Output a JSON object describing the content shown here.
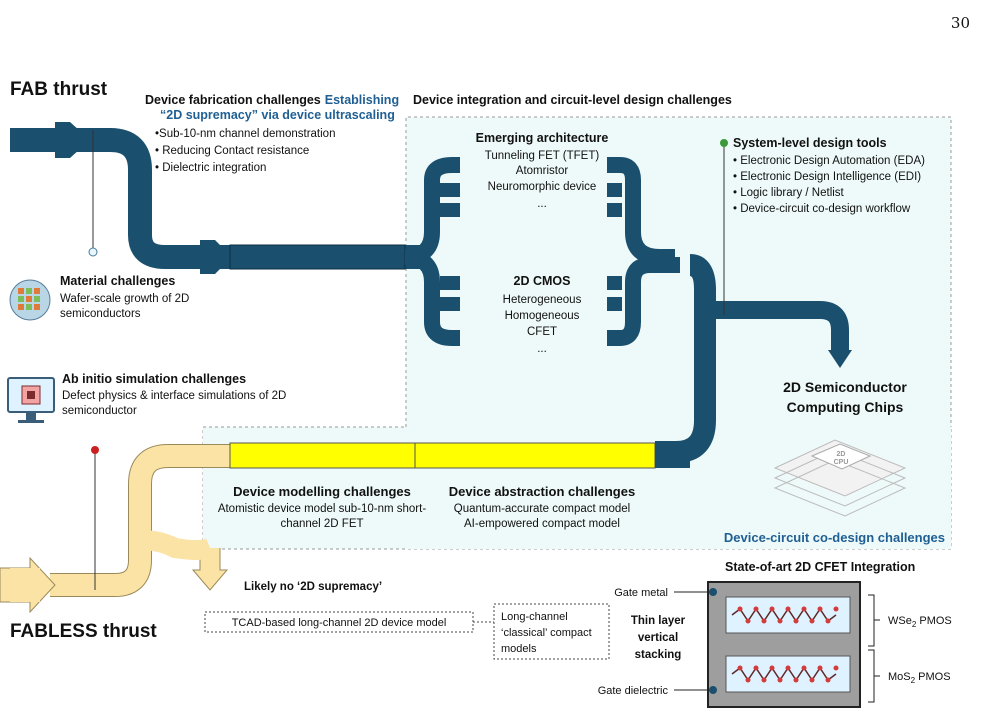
{
  "page_number": "30",
  "fab_thrust": "FAB thrust",
  "fabless_thrust": "FABLESS thrust",
  "fab_box": {
    "title_black": "Device fabrication challenges",
    "title_blue_1": "Establishing",
    "title_blue_2": "“2D supremacy” via device ultrascaling",
    "items": [
      "•Sub-10-nm channel demonstration",
      "• Reducing Contact resistance",
      "• Dielectric integration"
    ]
  },
  "integration_title": "Device integration and circuit-level design challenges",
  "material": {
    "title": "Material challenges",
    "lines": [
      "Wafer-scale growth of 2D",
      "semiconductors"
    ]
  },
  "abinitio": {
    "title": "Ab initio simulation challenges",
    "lines": [
      "Defect physics & interface simulations of 2D",
      "semiconductor"
    ]
  },
  "emerging": {
    "title": "Emerging architecture",
    "items": [
      "Tunneling FET (TFET)",
      "Atomristor",
      "Neuromorphic device",
      "..."
    ]
  },
  "cmos": {
    "title": "2D CMOS",
    "items": [
      "Heterogeneous",
      "Homogeneous",
      "CFET",
      "..."
    ]
  },
  "system_tools": {
    "title": "System-level design tools",
    "items": [
      "• Electronic Design Automation (EDA)",
      "• Electronic Design Intelligence (EDI)",
      "• Logic library / Netlist",
      "• Device-circuit co-design workflow"
    ]
  },
  "chips": {
    "line1": "2D Semiconductor",
    "line2": "Computing Chips",
    "chip_label_1": "2D",
    "chip_label_2": "CPU"
  },
  "codesign": "Device-circuit co-design challenges",
  "modelling": {
    "title": "Device modelling challenges",
    "lines": [
      "Atomistic device model sub-10-nm short-",
      "channel 2D FET"
    ]
  },
  "abstraction": {
    "title": "Device abstraction challenges",
    "lines": [
      "Quantum-accurate compact model",
      "AI-empowered compact model"
    ]
  },
  "no_supremacy": "Likely no ‘2D supremacy’",
  "tcad": "TCAD-based long-channel 2D device model",
  "classical": [
    "Long-channel",
    "‘classical’ compact",
    "models"
  ],
  "cfet": {
    "title": "State-of-art 2D CFET Integration",
    "gate_metal": "Gate metal",
    "gate_dielectric": "Gate dielectric",
    "stacking": [
      "Thin layer",
      "vertical",
      "stacking"
    ],
    "wse2": "WSe",
    "mos2": "MoS",
    "sub": "2",
    "pmos": " PMOS"
  },
  "colors": {
    "pipe_dark": "#1b4f6e",
    "pipe_cream": "#fbe3a6",
    "yellow": "#ffff00",
    "region_bg": "#eefaf9",
    "title_blue": "#1f5f93"
  }
}
